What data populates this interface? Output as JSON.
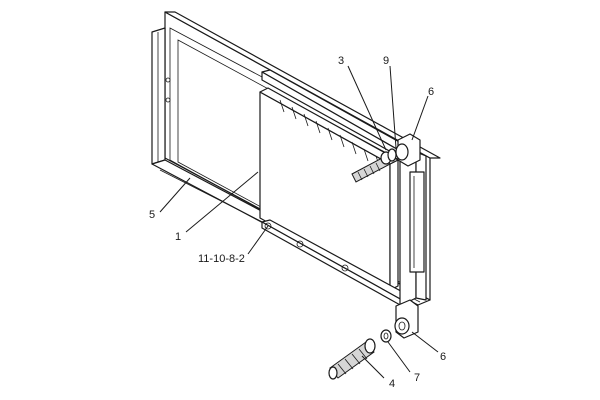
{
  "callouts": {
    "c3": "3",
    "c9": "9",
    "c6_top": "6",
    "c5": "5",
    "c1": "1",
    "c_ref": "11-10-8-2",
    "c6_bottom": "6",
    "c7": "7",
    "c4": "4"
  },
  "icons": {
    "hose-fitting": "hose-fitting-icon"
  },
  "colors": {
    "line": "#1a1a1a",
    "background": "#ffffff",
    "metal": "#d6d6d6"
  }
}
